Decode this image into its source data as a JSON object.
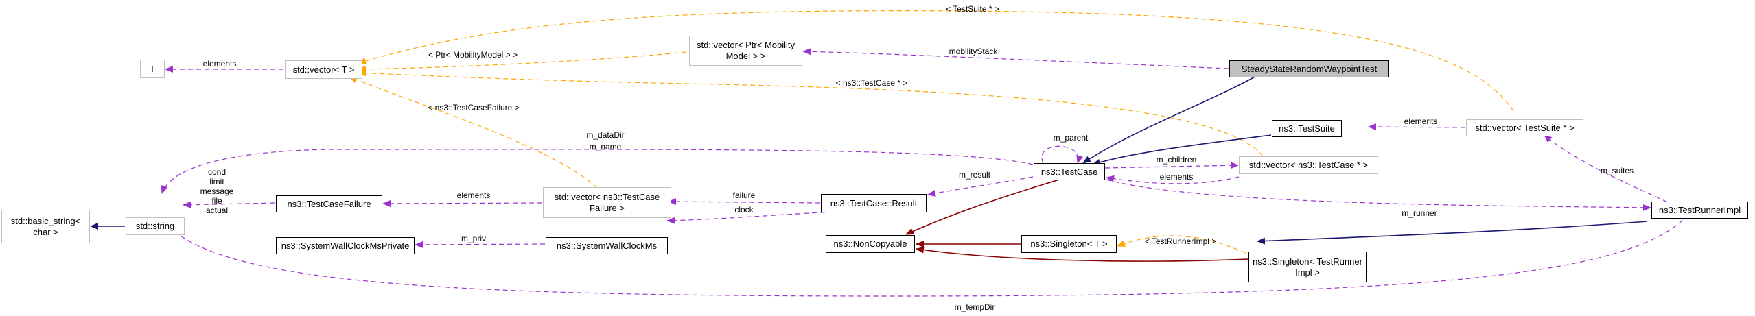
{
  "colors": {
    "purple": "#9a32cd",
    "navy": "#191970",
    "darkred": "#8b0000",
    "orange": "#ffa500",
    "grey_border": "#bfbfbf",
    "highlight": "#bfbfbf"
  },
  "nodes": {
    "T": "T",
    "std_vector_T": "std::vector< T >",
    "std_vector_ptr_mobility": "std::vector< Ptr< Mobility\nModel > >",
    "steady_state": "SteadyStateRandomWaypointTest",
    "basic_string": "std::basic_string<\nchar >",
    "std_string": "std::string",
    "test_case_failure": "ns3::TestCaseFailure",
    "system_wallclock_private": "ns3::SystemWallClockMsPrivate",
    "vector_test_case_failure": "std::vector< ns3::TestCase\nFailure >",
    "system_wallclock": "ns3::SystemWallClockMs",
    "test_case_result": "ns3::TestCase::Result",
    "non_copyable": "ns3::NonCopyable",
    "test_case": "ns3::TestCase",
    "singleton_T": "ns3::Singleton< T >",
    "test_suite": "ns3::TestSuite",
    "vector_test_case_ptr": "std::vector< ns3::TestCase * >",
    "singleton_runner": "ns3::Singleton< TestRunner\nImpl >",
    "vector_test_suite_ptr": "std::vector< TestSuite * >",
    "test_runner_impl": "ns3::TestRunnerImpl"
  },
  "edge_labels": {
    "elements_T": "elements",
    "test_suite_tpl": "< TestSuite * >",
    "ptr_mobility_tpl": "< Ptr< MobilityModel > >",
    "mobility_stack": "mobilityStack",
    "test_case_ptr_tpl": "< ns3::TestCase * >",
    "test_case_failure_tpl": "< ns3::TestCaseFailure >",
    "m_data_dir": "m_dataDir",
    "m_name": "m_name",
    "m_parent": "m_parent",
    "cond": "cond",
    "limit": "limit",
    "message": "message",
    "file": "file",
    "actual": "actual",
    "elements_failure": "elements",
    "failure": "failure",
    "clock": "clock",
    "m_result": "m_result",
    "m_children": "m_children",
    "elements_case": "elements",
    "elements_suite": "elements",
    "m_suites": "m_suites",
    "m_runner": "m_runner",
    "m_priv": "m_priv",
    "test_runner_impl_tpl": "< TestRunnerImpl >",
    "m_temp_dir": "m_tempDir"
  }
}
